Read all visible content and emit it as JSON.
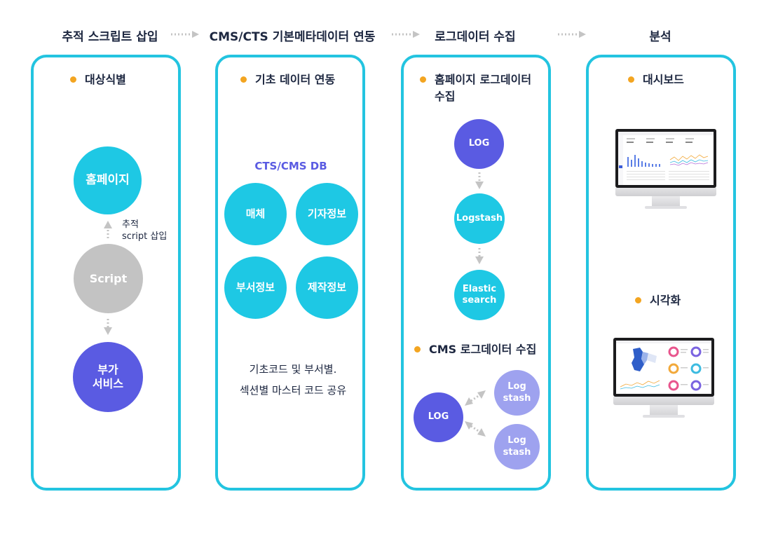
{
  "steps": [
    {
      "title": "추적 스크립트 삽입"
    },
    {
      "title": "CMS/CTS 기본메타데이터 연동"
    },
    {
      "title": "로그데이터 수집"
    },
    {
      "title": "분석"
    }
  ],
  "panel1": {
    "bullet": "대상식별",
    "homepage": "홈페이지",
    "script": "Script",
    "service": "부가\n서비스",
    "note": "추적\nscript 삽입"
  },
  "panel2": {
    "bullet": "기초 데이터 연동",
    "db_label": "CTS/CMS DB",
    "items": [
      "매체",
      "기자정보",
      "부서정보",
      "제작정보"
    ],
    "desc": [
      "기초코드 및 부서별.",
      "섹션별 마스터 코드 공유"
    ]
  },
  "panel3": {
    "bullet1": "홈페이지 로그데이터\n수집",
    "log": "LOG",
    "logstash": "Logstash",
    "elastic": "Elastic\nsearch",
    "bullet2": "CMS 로그데이터 수집",
    "log2": "LOG",
    "logstash_a": "Log\nstash",
    "logstash_b": "Log\nstash"
  },
  "panel4": {
    "bullet1": "대시보드",
    "bullet2": "시각화"
  },
  "colors": {
    "panel_border": "#23c4e0",
    "cyan": "#1ec8e4",
    "gray": "#c3c3c3",
    "indigo": "#5a5be2",
    "lavender": "#9ea2ef",
    "bullet": "#f3a521",
    "arrow": "#c4c4c4"
  }
}
